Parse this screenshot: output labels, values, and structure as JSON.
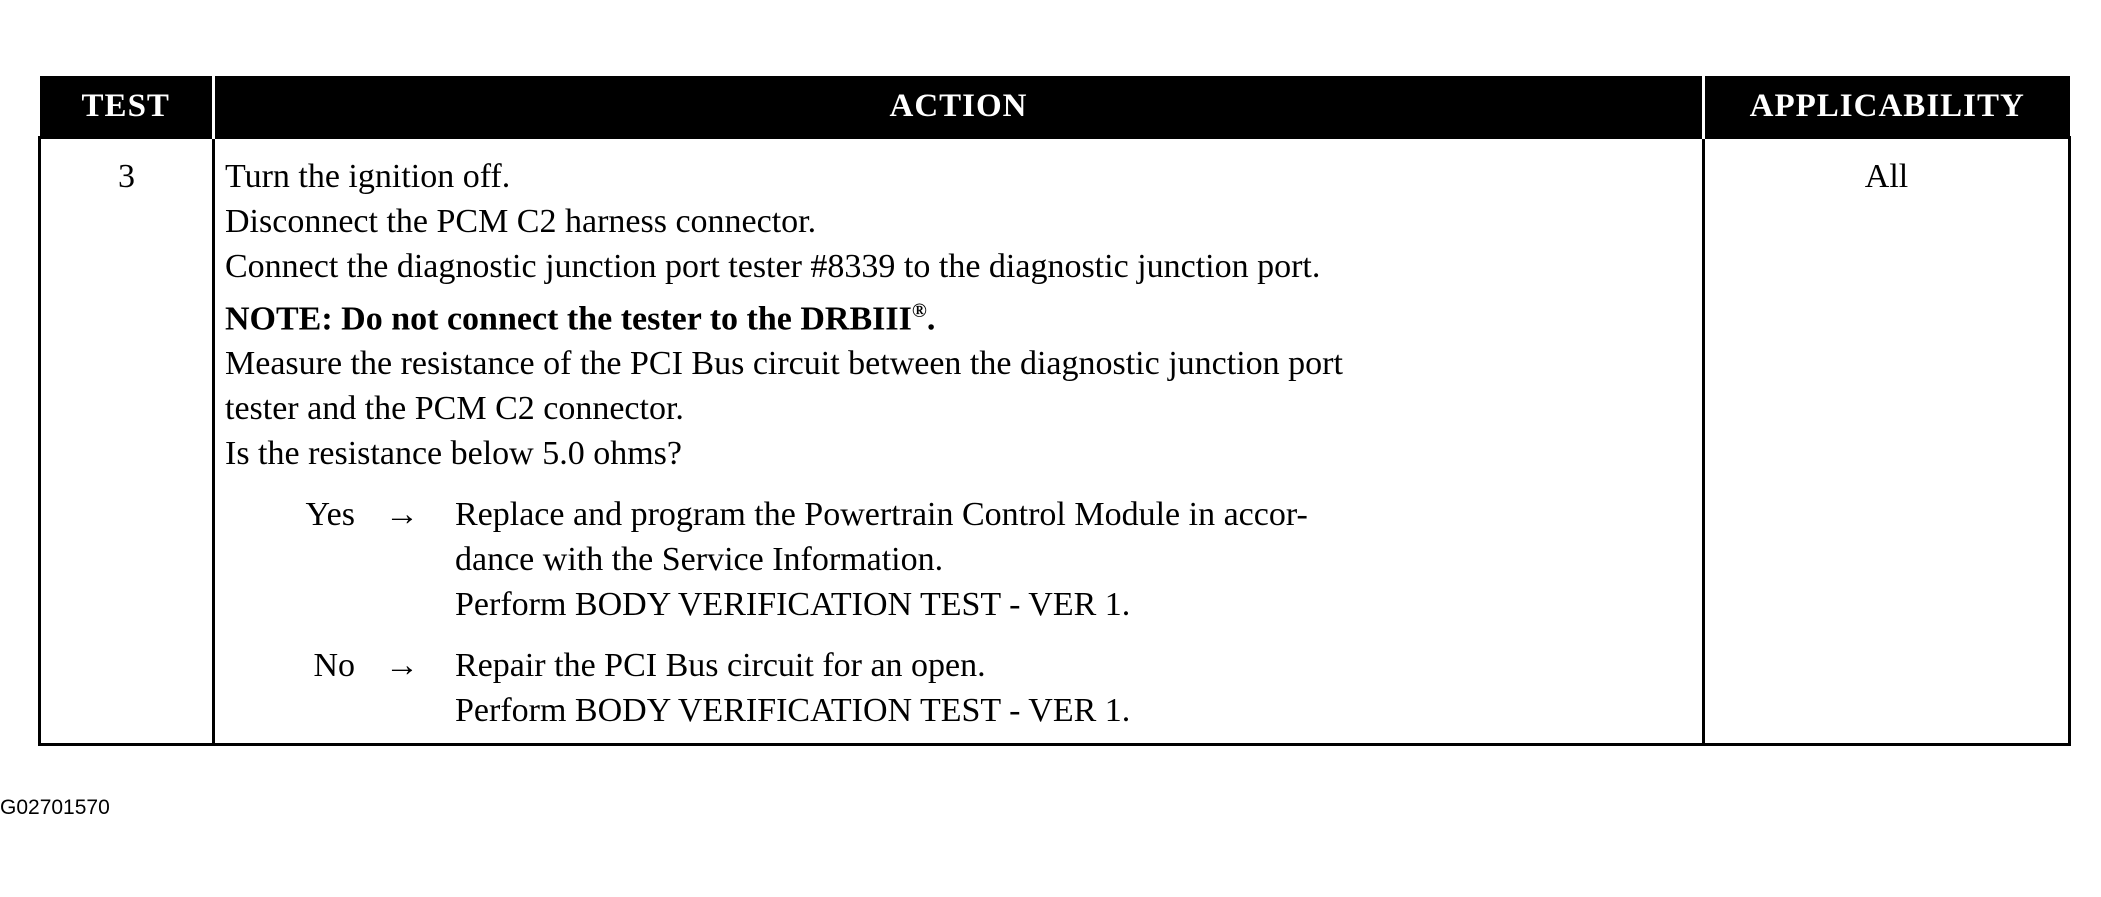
{
  "table": {
    "headers": {
      "test": "TEST",
      "action": "ACTION",
      "applicability": "APPLICABILITY"
    },
    "row": {
      "test_number": "3",
      "applicability": "All",
      "steps": [
        "Turn the ignition off.",
        "Disconnect the PCM C2 harness connector.",
        "Connect the diagnostic junction port tester #8339 to the diagnostic junction port."
      ],
      "note": "NOTE: Do not connect the tester to the DRBIII",
      "note_mark": "®",
      "note_end": ".",
      "measure_lines": [
        "Measure the resistance of the PCI Bus circuit between the diagnostic junction port",
        "tester and the PCM C2 connector."
      ],
      "question": "Is the resistance below 5.0 ohms?",
      "results": [
        {
          "label": "Yes",
          "arrow": "→",
          "lines": [
            "Replace and program the Powertrain Control Module in accor-",
            "dance with the Service Information.",
            "Perform BODY VERIFICATION TEST - VER 1."
          ]
        },
        {
          "label": "No",
          "arrow": "→",
          "lines": [
            "Repair the PCI Bus circuit for an open.",
            "Perform BODY VERIFICATION TEST - VER 1."
          ]
        }
      ]
    }
  },
  "figure_id": "G02701570"
}
